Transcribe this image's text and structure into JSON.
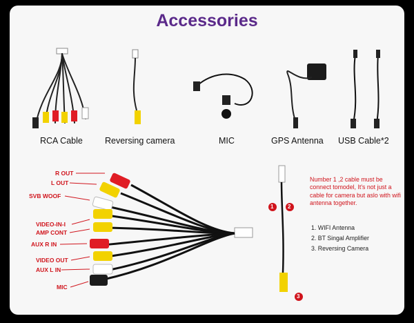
{
  "title": "Accessories",
  "accessories": [
    {
      "label": "RCA Cable"
    },
    {
      "label": "Reversing  camera"
    },
    {
      "label": "MIC"
    },
    {
      "label": "GPS Antenna"
    },
    {
      "label": "USB Cable*2"
    }
  ],
  "harness_labels": [
    "R OUT",
    "L OUT",
    "SVB WOOF",
    "VIDEO-IN-I",
    "AMP CONT",
    "AUX R IN",
    "VIDEO OUT",
    "AUX L IN",
    "MIC"
  ],
  "cable_markers": [
    "1",
    "2",
    "3"
  ],
  "note": "Number 1 ,2 cable must be connect tomodel, It's not just a cable for camera but aslo with wifi antenna together.",
  "list": [
    "1. WIFI Antenna",
    "2. BT Singal Amplifier",
    "3. Reversing Camera"
  ],
  "colors": {
    "title": "#5b2a8a",
    "red": "#d0141c",
    "yellow": "#f2d200",
    "rca_red": "#e01d25"
  }
}
